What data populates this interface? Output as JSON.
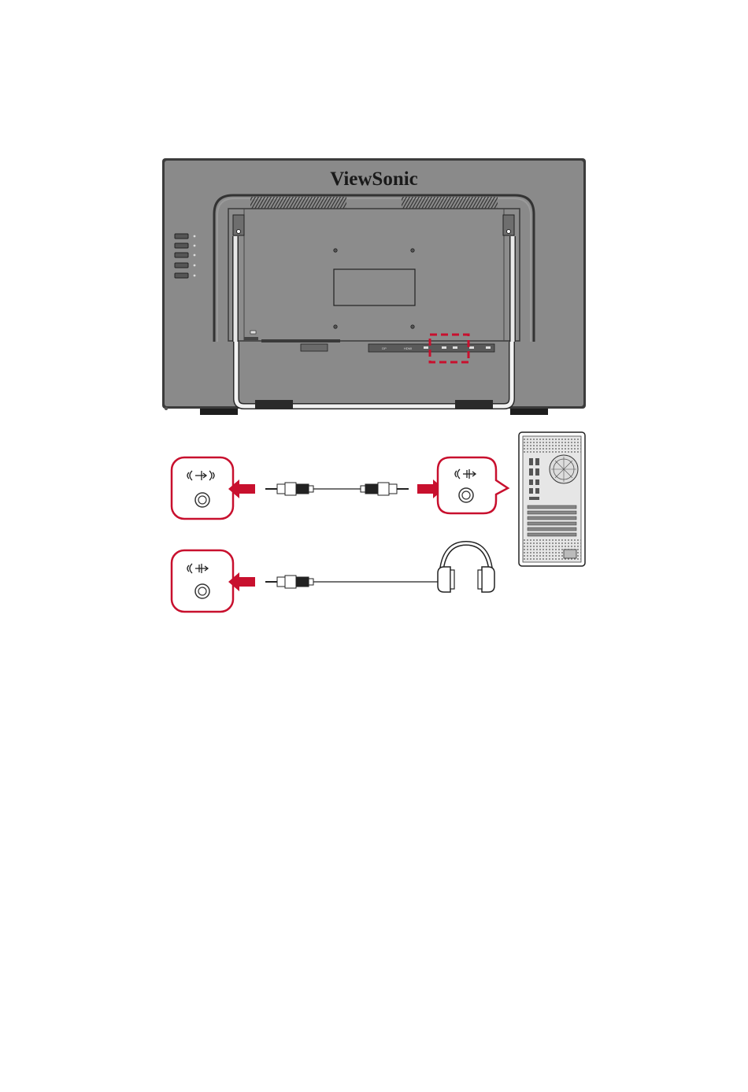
{
  "monitor": {
    "brand": "ViewSonic",
    "body_color": "#8a8a8a",
    "port_labels": [
      "DP",
      "HDMI"
    ]
  },
  "highlight_color": "#c8102e",
  "callouts": [
    {
      "id": "monitor-audio-in",
      "icon": "audio-in-icon"
    },
    {
      "id": "pc-audio-out",
      "icon": "audio-out-icon"
    },
    {
      "id": "monitor-audio-out",
      "icon": "audio-out-icon"
    }
  ],
  "icons": {
    "audio_in_glyph": "((·→))",
    "audio_out_glyph": "((·→"
  },
  "devices": [
    "pc-tower-icon",
    "headphones-icon",
    "audio-cable-icon"
  ]
}
